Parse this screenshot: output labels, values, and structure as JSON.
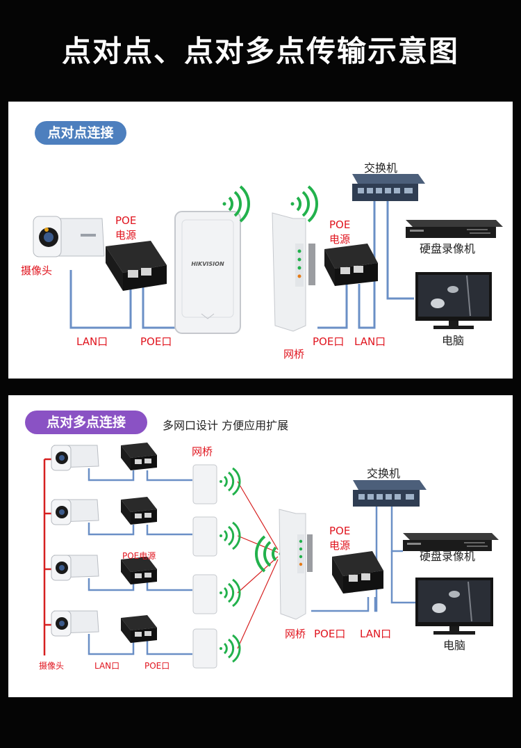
{
  "title": "点对点、点对多点传输示意图",
  "colors": {
    "link_blue": "#6a8fc6",
    "link_red": "#d62020",
    "label_red": "#e0141e",
    "wifi_green": "#22b14c",
    "pill_blue": "#4d7fbe",
    "pill_purple": "#8a52c4"
  },
  "p2p": {
    "header": "点对点连接",
    "labels": {
      "camera": "摄像头",
      "poe_1": "POE",
      "poe_2": "电源",
      "lan_port": "LAN口",
      "poe_port": "POE口",
      "bridge": "网桥",
      "poe_port_right": "POE口",
      "lan_port_right": "LAN口",
      "poe_right_1": "POE",
      "poe_right_2": "电源",
      "switch": "交换机",
      "nvr": "硬盘录像机",
      "pc": "电脑"
    },
    "brand": "HIKVISION"
  },
  "p2mp": {
    "header": "点对多点连接",
    "note": "多网口设计 方便应用扩展",
    "labels": {
      "bridge_top": "网桥",
      "poe_mid": "POE电源",
      "camera": "摄像头",
      "lan_port": "LAN口",
      "poe_port": "POE口",
      "bridge": "网桥",
      "poe_port_right": "POE口",
      "lan_port_right": "LAN口",
      "poe_right_1": "POE",
      "poe_right_2": "电源",
      "switch": "交换机",
      "nvr": "硬盘录像机",
      "pc": "电脑"
    }
  }
}
